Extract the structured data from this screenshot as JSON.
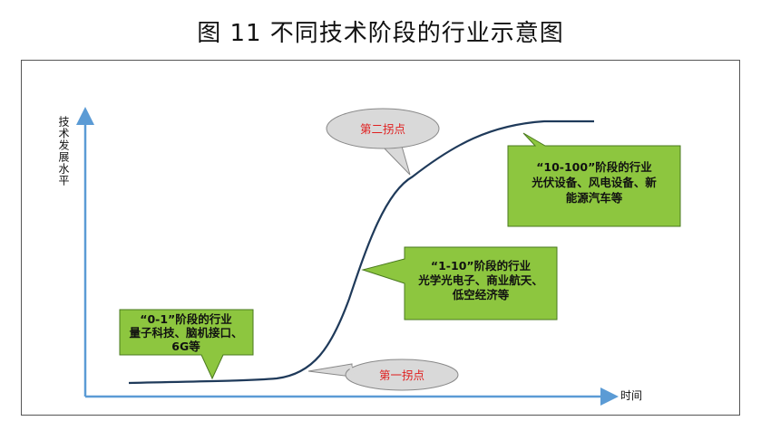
{
  "title": "图 11  不同技术阶段的行业示意图",
  "axes": {
    "y_label": "技术发展水平",
    "x_label": "时间"
  },
  "callouts": [
    {
      "id": "stage-0-1",
      "lines": [
        "“0-1”阶段的行业",
        "量子科技、脑机接口、",
        "6G等"
      ],
      "fill": "#8dc63f"
    },
    {
      "id": "stage-1-10",
      "lines": [
        "“1-10”阶段的行业",
        "光学光电子、商业航天、",
        "低空经济等"
      ],
      "fill": "#8dc63f"
    },
    {
      "id": "stage-10-100",
      "lines": [
        "“10-100”阶段的行业",
        "光伏设备、风电设备、新",
        "能源汽车等"
      ],
      "fill": "#8dc63f"
    }
  ],
  "turning_points": [
    {
      "id": "first",
      "label": "第一拐点"
    },
    {
      "id": "second",
      "label": "第二拐点"
    }
  ],
  "colors": {
    "axis": "#5b9bd5",
    "curve": "#1f3a5a",
    "oval_fill": "#d9d9d9",
    "oval_text": "#e02020"
  }
}
